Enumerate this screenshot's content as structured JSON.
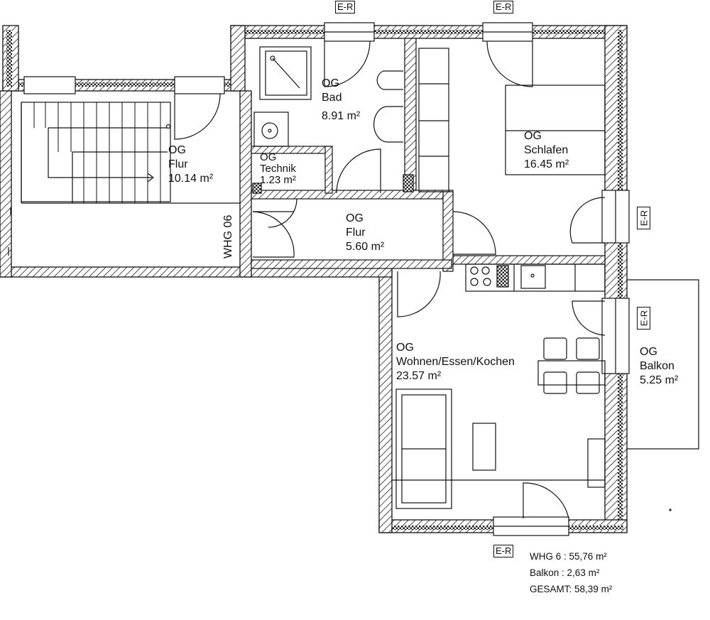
{
  "rooms": {
    "bad": {
      "floor": "OG",
      "name": "Bad",
      "area": "8.91 m²"
    },
    "flur_stair": {
      "floor": "OG",
      "name": "Flur",
      "area": "10.14 m²"
    },
    "technik": {
      "floor": "OG",
      "name": "Technik",
      "area": "1.23 m²"
    },
    "flur": {
      "floor": "OG",
      "name": "Flur",
      "area": "5.60 m²"
    },
    "schlafen": {
      "floor": "OG",
      "name": "Schlafen",
      "area": "16.45 m²"
    },
    "wohnen": {
      "floor": "OG",
      "name": "Wohnen/Essen/Kochen",
      "area": "23.57 m²"
    },
    "balkon": {
      "floor": "OG",
      "name": "Balkon",
      "area": "5.25 m²"
    }
  },
  "apartment_label": "WHG 06",
  "window_tag": "E-R",
  "summary": {
    "rows": [
      {
        "label": "WHG 6",
        "sep": " : ",
        "value": "55,76 m²"
      },
      {
        "label": "Balkon",
        "sep": " : ",
        "value": "2,63 m²"
      },
      {
        "label": "GESAMT",
        "sep": ": ",
        "value": "58,39 m²"
      }
    ]
  }
}
